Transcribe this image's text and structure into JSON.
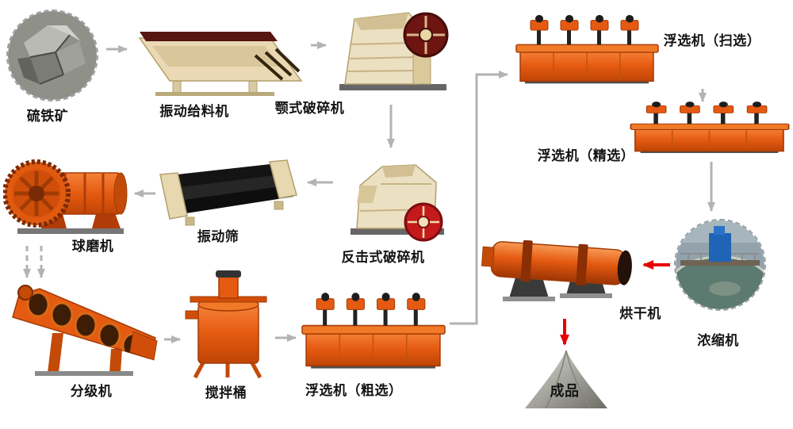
{
  "diagram": {
    "nodes": {
      "ore": {
        "label": "硫铁矿",
        "type": "material-photo"
      },
      "feeder": {
        "label": "振动给料机",
        "type": "machine"
      },
      "jaw_crusher": {
        "label": "颚式破碎机",
        "type": "machine"
      },
      "impact_crusher": {
        "label": "反击式破碎机",
        "type": "machine"
      },
      "vibrating_screen": {
        "label": "振动筛",
        "type": "machine"
      },
      "ball_mill": {
        "label": "球磨机",
        "type": "machine"
      },
      "classifier": {
        "label": "分级机",
        "type": "machine"
      },
      "mixing_barrel": {
        "label": "搅拌桶",
        "type": "machine"
      },
      "flotation_rough": {
        "label": "浮选机（粗选）",
        "type": "machine"
      },
      "flotation_scavenging": {
        "label": "浮选机（扫选）",
        "type": "machine"
      },
      "flotation_fine": {
        "label": "浮选机（精选）",
        "type": "machine"
      },
      "thickener": {
        "label": "浓缩机",
        "type": "machine-photo"
      },
      "dryer": {
        "label": "烘干机",
        "type": "machine"
      },
      "product": {
        "label": "成品",
        "type": "product-pile"
      }
    },
    "edges": [
      {
        "from": "ore",
        "to": "feeder",
        "style": "solid",
        "color": "gray"
      },
      {
        "from": "feeder",
        "to": "jaw_crusher",
        "style": "solid",
        "color": "gray"
      },
      {
        "from": "jaw_crusher",
        "to": "impact_crusher",
        "style": "solid",
        "color": "gray"
      },
      {
        "from": "impact_crusher",
        "to": "vibrating_screen",
        "style": "solid",
        "color": "gray"
      },
      {
        "from": "vibrating_screen",
        "to": "ball_mill",
        "style": "solid",
        "color": "gray"
      },
      {
        "from": "ball_mill",
        "to": "classifier",
        "style": "dashed-double",
        "color": "gray"
      },
      {
        "from": "classifier",
        "to": "mixing_barrel",
        "style": "solid",
        "color": "gray"
      },
      {
        "from": "mixing_barrel",
        "to": "flotation_rough",
        "style": "solid",
        "color": "gray"
      },
      {
        "from": "flotation_rough",
        "to": "flotation_scavenging",
        "style": "solid-elbow",
        "color": "gray"
      },
      {
        "from": "flotation_scavenging",
        "to": "flotation_fine",
        "style": "solid",
        "color": "gray"
      },
      {
        "from": "flotation_fine",
        "to": "thickener",
        "style": "solid",
        "color": "gray"
      },
      {
        "from": "thickener",
        "to": "dryer",
        "style": "solid",
        "color": "red"
      },
      {
        "from": "dryer",
        "to": "product",
        "style": "solid",
        "color": "red"
      }
    ],
    "colors": {
      "machine_orange": "#e55a11",
      "machine_beige": "#ece0c2",
      "arrow_gray": "#b3b3b3",
      "arrow_red": "#e60000",
      "label_text": "#141414",
      "background": "#ffffff"
    }
  }
}
